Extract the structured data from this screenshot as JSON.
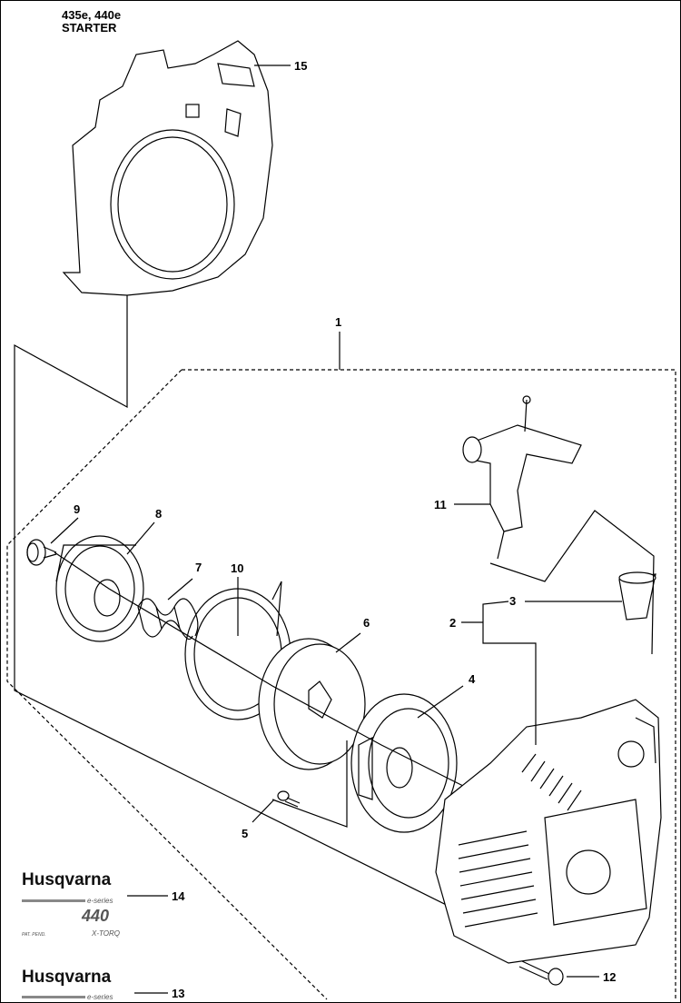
{
  "header": {
    "models": "435e, 440e",
    "section": "STARTER"
  },
  "callouts": [
    "1",
    "2",
    "3",
    "4",
    "5",
    "6",
    "7",
    "8",
    "9",
    "10",
    "11",
    "12",
    "13",
    "14",
    "15"
  ],
  "decals": {
    "brand": "Husqvarna",
    "series": "e-series",
    "model": "440",
    "tagline": "X-TORQ",
    "fineprint": "PAT. PEND."
  }
}
